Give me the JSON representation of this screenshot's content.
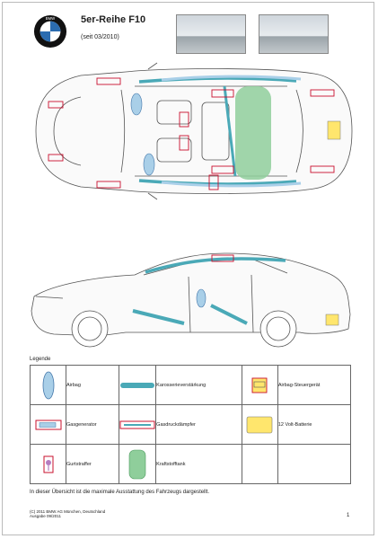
{
  "header": {
    "brand_logo_text": "BMW",
    "title": "5er-Reihe F10",
    "subtitle": "(seit 03/2010)"
  },
  "colors": {
    "airbag": "#a9cfe8",
    "reinforcement": "#4aa9b7",
    "outline_red": "#c8102e",
    "fuel_tank": "#8fce9b",
    "battery": "#ffe66d"
  },
  "legend": {
    "heading": "Legende",
    "items": [
      {
        "label": "Airbag",
        "icon": "airbag-icon"
      },
      {
        "label": "Karosserieverstärkung",
        "icon": "reinforcement-icon"
      },
      {
        "label": "Airbag-Steuergerät",
        "icon": "airbag-control-unit-icon"
      },
      {
        "label": "Gasgenerator",
        "icon": "gas-generator-icon"
      },
      {
        "label": "Gasdruckdämpfer",
        "icon": "gas-strut-icon"
      },
      {
        "label": "12 Volt-Batterie",
        "icon": "battery-icon"
      },
      {
        "label": "Gurtstraffer",
        "icon": "belt-tensioner-icon"
      },
      {
        "label": "Kraftstofftank",
        "icon": "fuel-tank-icon"
      }
    ]
  },
  "footer": {
    "note": "In dieser Übersicht ist die maximale Ausstattung des Fahrzeugs dargestellt.",
    "copyright_line1": "(C) 2011 BMW AG München, Deutschland",
    "copyright_line2": "Ausgabe 09/2011",
    "page_number": "1"
  }
}
